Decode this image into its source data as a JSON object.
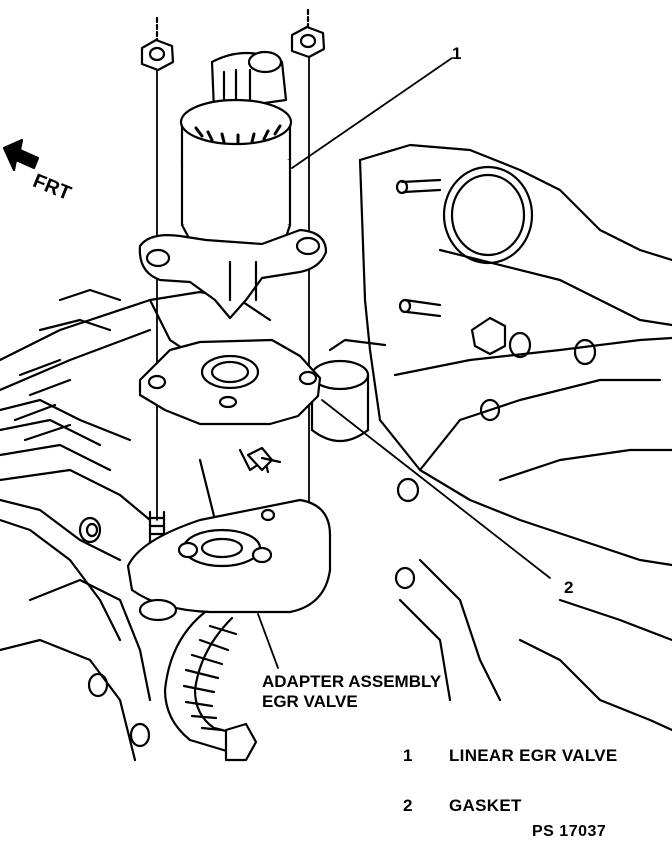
{
  "callouts": {
    "one": "1",
    "two": "2"
  },
  "direction": {
    "label": "FRT",
    "icon": "arrow-left-icon"
  },
  "adapter_label": {
    "line1": "ADAPTER ASSEMBLY",
    "line2": "EGR VALVE"
  },
  "legend": [
    {
      "number": "1",
      "text": "LINEAR EGR VALVE"
    },
    {
      "number": "2",
      "text": "GASKET"
    }
  ],
  "figure_id": "PS 17037",
  "colors": {
    "ink": "#000000",
    "paper": "#ffffff"
  }
}
